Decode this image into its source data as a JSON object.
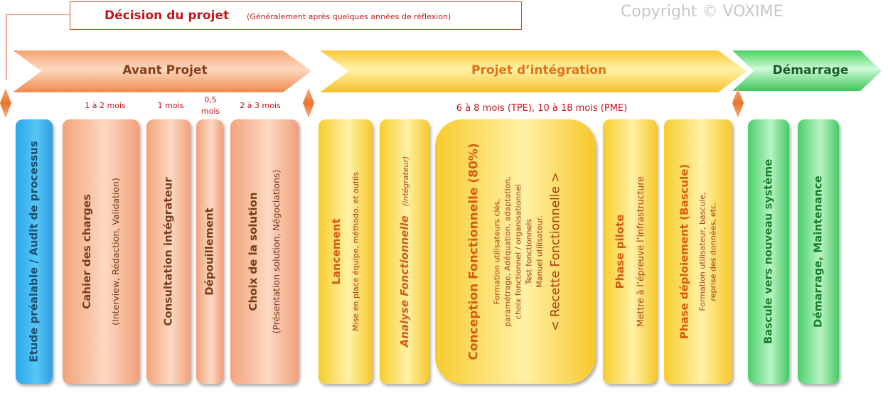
{
  "header": {
    "decision_title": "Décision du projet",
    "decision_subtitle": "(Généralement après quelques années de réflexion)",
    "copyright": "Copyright © VOXIME"
  },
  "phases": {
    "avant_projet": "Avant Projet",
    "integration": "Projet d’intégration",
    "demarrage": "Démarrage"
  },
  "durations": {
    "cahier": "1 à 2 mois",
    "consultation": "1 mois",
    "depouillement_line1": "0,5",
    "depouillement_line2": "mois",
    "choix": "2 à 3 mois",
    "integration": "6 à 8 mois (TPE), 10 à 18 mois (PME)"
  },
  "cards": {
    "etude": {
      "title": "Etude préalable  / Audit de processus"
    },
    "cahier": {
      "title": "Cahier des charges",
      "detail": "(Interview,  Rédaction,  Validation)"
    },
    "consultation": {
      "title": "Consultation  intégrateur"
    },
    "depouillement": {
      "title": "Dépouillement"
    },
    "choix": {
      "title": "Choix de la solution",
      "detail": "(Présentation  solution,  Négociations)"
    },
    "lancement": {
      "title": "Lancement",
      "detail": "Mise en place équipe,  méthodo. et outils"
    },
    "analyse": {
      "title": "Analyse Fonctionnelle",
      "detail": "(intégrateur)"
    },
    "conception": {
      "title": "Conception Fonctionnelle (80%)",
      "lines": [
        "Formation utilisateurs clés,",
        "paramétrage, Adéquation,  adaptation,",
        "choix fonctionnel / organisationnel",
        "Test fonctionnels",
        "Manuel utilisateur."
      ],
      "recette": "< Recette Fonctionnelle >"
    },
    "pilote": {
      "title": "Phase pilote",
      "detail": "Mettre à l’épreuve  l’infrastructure"
    },
    "deploiement": {
      "title": "Phase déploiement (Bascule)",
      "detail_line1": "Formation utilisateur, bascule,",
      "detail_line2": "reprise des données, etc."
    },
    "bascule": {
      "title": "Bascule vers nouveau système"
    },
    "maintenance": {
      "title": "Démarrage, Maintenance"
    }
  }
}
